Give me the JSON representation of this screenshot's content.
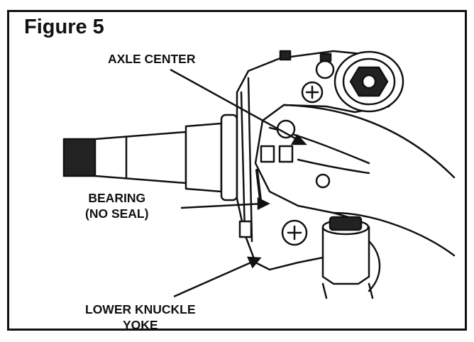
{
  "figure": {
    "title": "Figure 5"
  },
  "callouts": {
    "axle_center": "AXLE CENTER",
    "bearing_line1": "BEARING",
    "bearing_line2": "(NO SEAL)",
    "lower_knuckle_line1": "LOWER KNUCKLE",
    "lower_knuckle_line2": "YOKE"
  },
  "colors": {
    "ink": "#111111",
    "paper": "#ffffff"
  }
}
